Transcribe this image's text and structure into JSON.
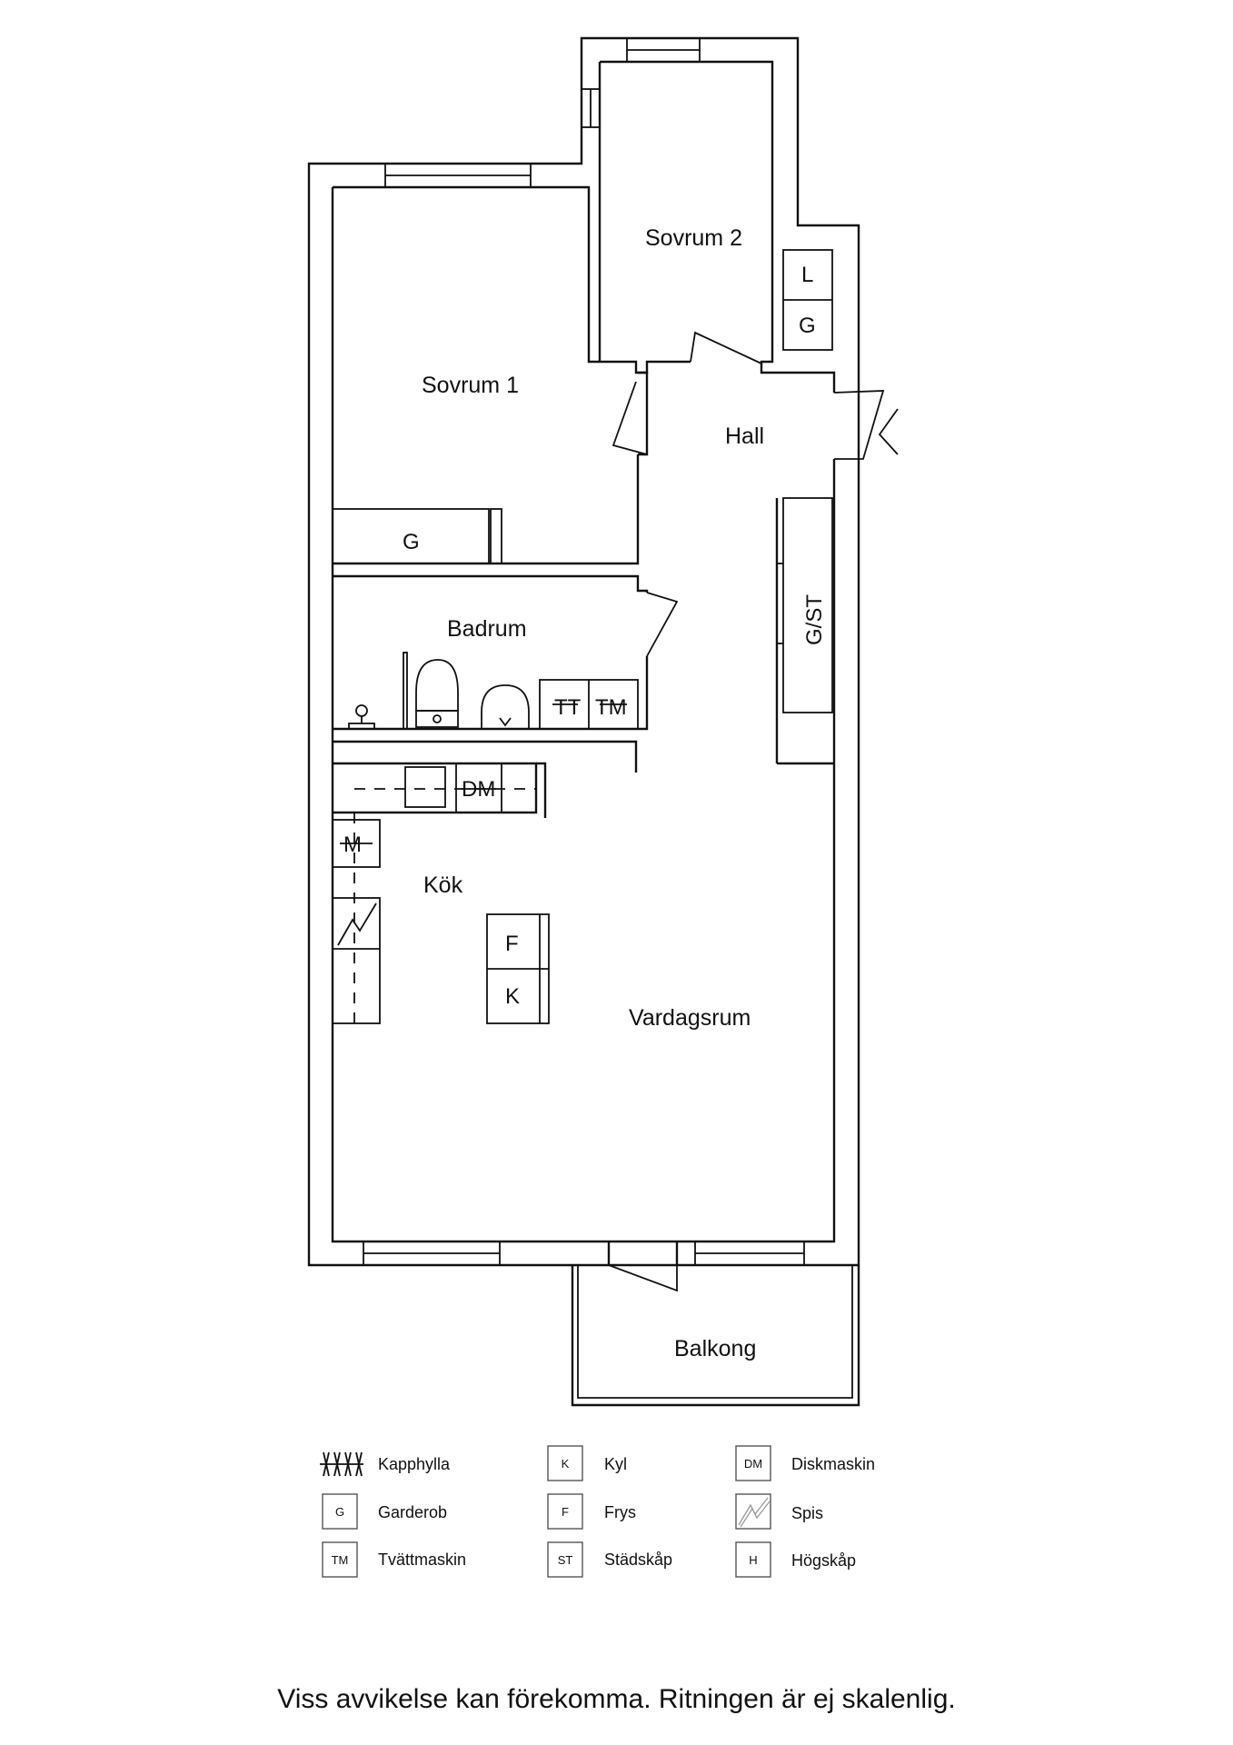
{
  "rooms": {
    "sovrum2": "Sovrum 2",
    "sovrum1": "Sovrum 1",
    "hall": "Hall",
    "badrum": "Badrum",
    "kok": "Kök",
    "vardagsrum": "Vardagsrum",
    "balkong": "Balkong"
  },
  "symbols": {
    "l": "L",
    "g_sovrum2": "G",
    "g_sovrum1": "G",
    "gst": "G/ST",
    "tt": "TT",
    "tm": "TM",
    "dm": "DM",
    "m": "M",
    "f": "F",
    "k": "K"
  },
  "legend": [
    {
      "code": "",
      "icon": "kapphylla-icon",
      "label": "Kapphylla"
    },
    {
      "code": "K",
      "icon": "",
      "label": "Kyl"
    },
    {
      "code": "DM",
      "icon": "",
      "label": "Diskmaskin"
    },
    {
      "code": "G",
      "icon": "",
      "label": "Garderob"
    },
    {
      "code": "F",
      "icon": "",
      "label": "Frys"
    },
    {
      "code": "",
      "icon": "spis-icon",
      "label": "Spis"
    },
    {
      "code": "TM",
      "icon": "",
      "label": "Tvättmaskin"
    },
    {
      "code": "ST",
      "icon": "",
      "label": "Städskåp"
    },
    {
      "code": "H",
      "icon": "",
      "label": "Högskåp"
    }
  ],
  "footer": "Viss avvikelse kan förekomma. Ritningen är ej skalenlig."
}
